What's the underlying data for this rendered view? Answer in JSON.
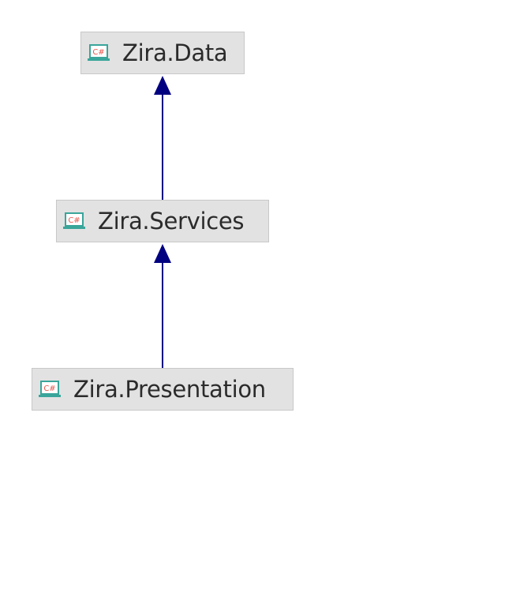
{
  "diagram": {
    "type": "project-dependency-graph",
    "edge_color": "#000080",
    "node_fill": "#e2e2e2",
    "node_border": "#c8c8c8",
    "icon": "csharp-project-icon",
    "nodes": [
      {
        "id": "data",
        "label": "Zira.Data"
      },
      {
        "id": "services",
        "label": "Zira.Services"
      },
      {
        "id": "presentation",
        "label": "Zira.Presentation"
      }
    ],
    "edges": [
      {
        "from": "services",
        "to": "data"
      },
      {
        "from": "presentation",
        "to": "services"
      }
    ]
  }
}
